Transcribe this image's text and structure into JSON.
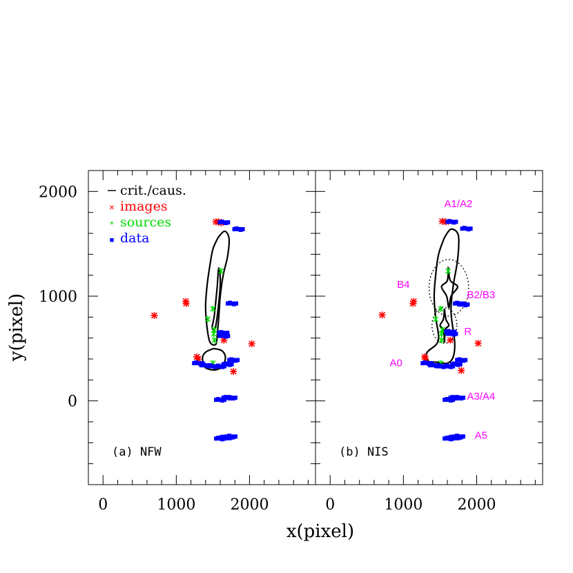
{
  "chart_data": {
    "type": "scatter",
    "x_axis": {
      "label": "x(pixel)",
      "ticks": [
        "0",
        "1000",
        "2000"
      ],
      "range": [
        -200,
        2900
      ]
    },
    "y_axis": {
      "label": "y(pixel)",
      "ticks": [
        "0",
        "1000",
        "2000"
      ],
      "range": [
        -800,
        2200
      ]
    },
    "legend": {
      "placement": "top-left",
      "entries": [
        {
          "label": "crit./caus.",
          "symbol": "line",
          "color": "#000000"
        },
        {
          "label": "images",
          "symbol": "×",
          "color": "#ff0000"
        },
        {
          "label": "sources",
          "symbol": "*",
          "color": "#00dd00"
        },
        {
          "label": "data",
          "symbol": "■",
          "color": "#0000ff"
        }
      ]
    },
    "colors": {
      "images": "#ff0000",
      "sources": "#00dd00",
      "data": "#0000ff",
      "annotation": "#ff00ff",
      "curves": "#000000"
    },
    "panels": [
      {
        "panel_label": "(a) NFW",
        "series": [
          {
            "name": "images",
            "points": [
              [
                1540,
                1710
              ],
              [
                1580,
                1710
              ],
              [
                1610,
                1700
              ],
              [
                1130,
                950
              ],
              [
                1135,
                930
              ],
              [
                700,
                815
              ],
              [
                2030,
                545
              ],
              [
                1280,
                420
              ],
              [
                1300,
                400
              ],
              [
                1780,
                280
              ],
              [
                1650,
                580
              ]
            ]
          },
          {
            "name": "sources",
            "points": [
              [
                1610,
                1240
              ],
              [
                1500,
                880
              ],
              [
                1430,
                780
              ],
              [
                1520,
                680
              ],
              [
                1510,
                640
              ],
              [
                1520,
                580
              ],
              [
                1500,
                360
              ]
            ]
          },
          {
            "name": "data",
            "points": [
              [
                1650,
                1705
              ],
              [
                1850,
                1640
              ],
              [
                1760,
                930
              ],
              [
                1650,
                620
              ],
              [
                1640,
                650
              ],
              [
                1300,
                360
              ],
              [
                1400,
                340
              ],
              [
                1500,
                330
              ],
              [
                1600,
                330
              ],
              [
                1700,
                350
              ],
              [
                1780,
                390
              ],
              [
                1600,
                10
              ],
              [
                1700,
                30
              ],
              [
                1750,
                30
              ],
              [
                1600,
                -360
              ],
              [
                1660,
                -350
              ],
              [
                1700,
                -350
              ],
              [
                1750,
                -340
              ]
            ]
          }
        ],
        "critical_curves": [
          {
            "name": "critical-curve-outer",
            "points": [
              [
                1570,
                1560
              ],
              [
                1660,
                1620
              ],
              [
                1720,
                1550
              ],
              [
                1700,
                1380
              ],
              [
                1640,
                1200
              ],
              [
                1600,
                1000
              ],
              [
                1580,
                800
              ],
              [
                1560,
                640
              ],
              [
                1540,
                540
              ],
              [
                1460,
                560
              ],
              [
                1420,
                700
              ],
              [
                1400,
                900
              ],
              [
                1420,
                1100
              ],
              [
                1460,
                1300
              ],
              [
                1500,
                1450
              ],
              [
                1570,
                1560
              ]
            ]
          },
          {
            "name": "critical-curve-inner",
            "points": [
              [
                1510,
                500
              ],
              [
                1410,
                470
              ],
              [
                1360,
                420
              ],
              [
                1380,
                330
              ],
              [
                1460,
                300
              ],
              [
                1560,
                300
              ],
              [
                1640,
                340
              ],
              [
                1670,
                420
              ],
              [
                1620,
                480
              ],
              [
                1510,
                500
              ]
            ]
          },
          {
            "name": "caustic",
            "points": [
              [
                1560,
                1100
              ],
              [
                1580,
                1270
              ],
              [
                1600,
                1100
              ],
              [
                1540,
                720
              ],
              [
                1490,
                700
              ],
              [
                1520,
                820
              ],
              [
                1560,
                1100
              ]
            ]
          }
        ]
      },
      {
        "panel_label": "(b) NIS",
        "series": [
          {
            "name": "images",
            "points": [
              [
                1530,
                1715
              ],
              [
                1580,
                1710
              ],
              [
                1140,
                950
              ],
              [
                1130,
                930
              ],
              [
                710,
                820
              ],
              [
                2020,
                550
              ],
              [
                1290,
                420
              ],
              [
                1300,
                400
              ],
              [
                1790,
                290
              ],
              [
                1640,
                580
              ]
            ]
          },
          {
            "name": "sources",
            "points": [
              [
                1610,
                1240
              ],
              [
                1510,
                880
              ],
              [
                1440,
                780
              ],
              [
                1530,
                680
              ],
              [
                1520,
                640
              ],
              [
                1520,
                580
              ],
              [
                1510,
                360
              ]
            ]
          },
          {
            "name": "data",
            "points": [
              [
                1660,
                1710
              ],
              [
                1860,
                1645
              ],
              [
                1760,
                930
              ],
              [
                1820,
                920
              ],
              [
                1660,
                640
              ],
              [
                1640,
                660
              ],
              [
                1320,
                360
              ],
              [
                1420,
                340
              ],
              [
                1520,
                330
              ],
              [
                1620,
                330
              ],
              [
                1720,
                350
              ],
              [
                1790,
                390
              ],
              [
                1620,
                10
              ],
              [
                1700,
                30
              ],
              [
                1760,
                30
              ],
              [
                1620,
                -360
              ],
              [
                1680,
                -350
              ],
              [
                1720,
                -350
              ],
              [
                1760,
                -340
              ]
            ]
          }
        ],
        "critical_curves": [
          {
            "name": "critical-curve",
            "points": [
              [
                1560,
                1560
              ],
              [
                1650,
                1640
              ],
              [
                1750,
                1580
              ],
              [
                1740,
                1350
              ],
              [
                1680,
                1100
              ],
              [
                1650,
                850
              ],
              [
                1700,
                560
              ],
              [
                1680,
                420
              ],
              [
                1600,
                360
              ],
              [
                1450,
                370
              ],
              [
                1340,
                380
              ],
              [
                1320,
                460
              ],
              [
                1450,
                540
              ],
              [
                1480,
                620
              ],
              [
                1440,
                800
              ],
              [
                1420,
                1000
              ],
              [
                1440,
                1200
              ],
              [
                1480,
                1400
              ],
              [
                1560,
                1560
              ]
            ]
          },
          {
            "name": "caustic-diamond",
            "points": [
              [
                1610,
                1280
              ],
              [
                1640,
                1150
              ],
              [
                1740,
                1090
              ],
              [
                1650,
                1000
              ],
              [
                1620,
                890
              ],
              [
                1590,
                1000
              ],
              [
                1520,
                1090
              ],
              [
                1600,
                1150
              ],
              [
                1610,
                1280
              ]
            ]
          },
          {
            "name": "caustic-small",
            "points": [
              [
                1560,
                880
              ],
              [
                1580,
                780
              ],
              [
                1620,
                720
              ],
              [
                1570,
                680
              ],
              [
                1560,
                560
              ],
              [
                1545,
                680
              ],
              [
                1500,
                720
              ],
              [
                1545,
                780
              ],
              [
                1560,
                880
              ]
            ]
          }
        ],
        "dotted_circles": [
          {
            "cx": 1620,
            "cy": 1080,
            "r": 270
          },
          {
            "cx": 1560,
            "cy": 720,
            "r": 170
          }
        ],
        "annotations": [
          {
            "text": "A1/A2",
            "x": 1750,
            "y": 1850
          },
          {
            "text": "B4",
            "x": 1000,
            "y": 1080
          },
          {
            "text": "B2/B3",
            "x": 2060,
            "y": 980
          },
          {
            "text": "R",
            "x": 1880,
            "y": 630
          },
          {
            "text": "A0",
            "x": 900,
            "y": 330
          },
          {
            "text": "A3/A4",
            "x": 2060,
            "y": 10
          },
          {
            "text": "A5",
            "x": 2060,
            "y": -360
          }
        ]
      }
    ]
  }
}
